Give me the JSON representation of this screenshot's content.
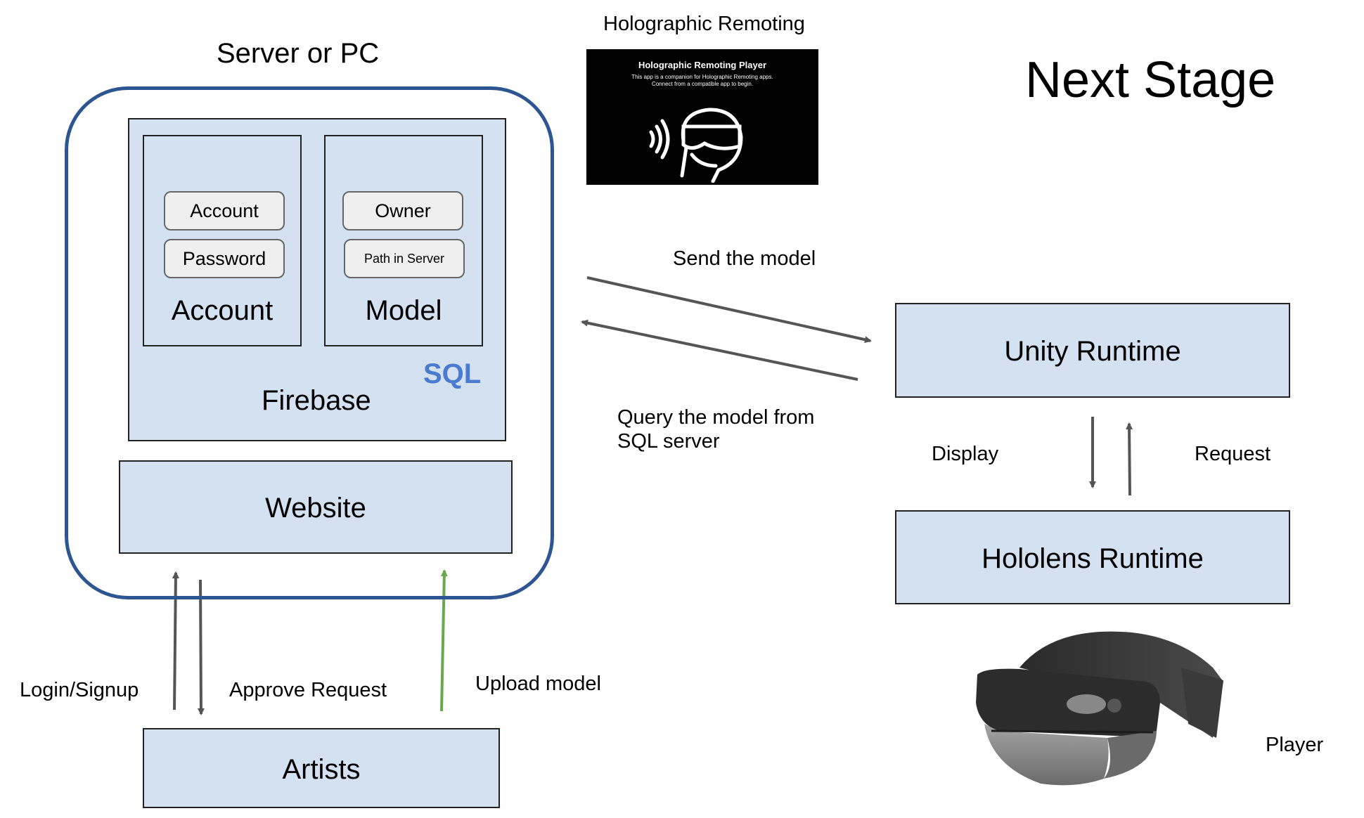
{
  "server": {
    "title": "Server or PC",
    "firebase": {
      "label": "Firebase",
      "sql_label": "SQL",
      "account_table": {
        "label": "Account",
        "fields": [
          "Account",
          "Password"
        ]
      },
      "model_table": {
        "label": "Model",
        "fields": [
          "Owner",
          "Path in Server"
        ]
      }
    },
    "website": {
      "label": "Website"
    }
  },
  "artists": {
    "label": "Artists"
  },
  "labels": {
    "login_signup": "Login/Signup",
    "approve_request": "Approve Request",
    "upload_model": "Upload model",
    "send_model": "Send the model",
    "query_model": [
      "Query the model from",
      "SQL server"
    ],
    "display": "Display",
    "request": "Request",
    "player": "Player"
  },
  "remoting": {
    "caption": "Holographic Remoting",
    "screen_title": "Holographic Remoting Player",
    "screen_text": [
      "This app is a companion for Holographic Remoting apps.",
      "Connect from a compatible app to begin."
    ]
  },
  "next_stage": "Next Stage",
  "unity": {
    "label": "Unity Runtime"
  },
  "hololens": {
    "label": "Hololens Runtime"
  },
  "colors": {
    "box_fill": "#d4e1f1",
    "server_border": "#2d5592",
    "sql": "#4a7bd0",
    "arrow": "#555555",
    "upload_arrow": "#6aa84f"
  }
}
